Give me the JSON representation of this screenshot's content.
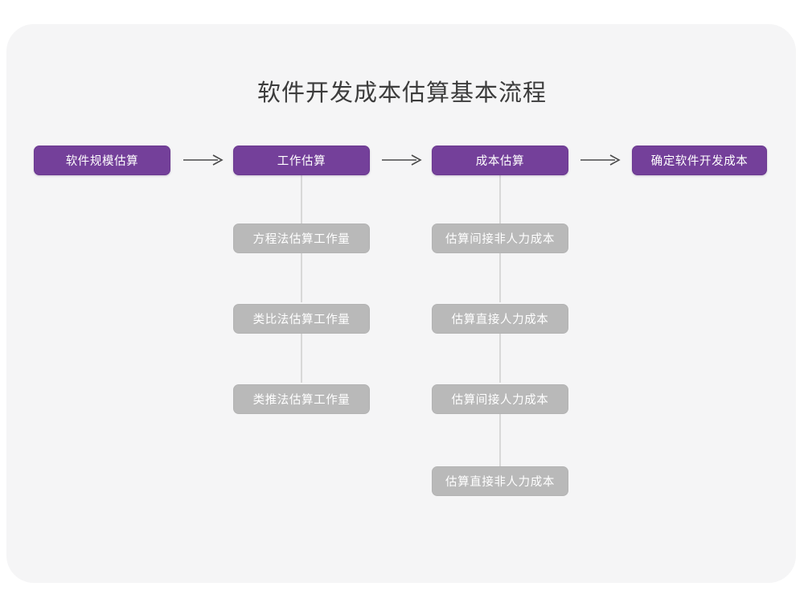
{
  "diagram": {
    "title": "软件开发成本估算基本流程",
    "colors": {
      "canvas_background": "#ffffff",
      "card_background": "#f5f5f6",
      "primary_node": "#74409a",
      "secondary_node": "#b9b9b9",
      "node_text": "#ffffff",
      "title_text": "#3c3c3c",
      "connector_line": "#d8d8d8",
      "arrow": "#4a4a4a"
    },
    "main_flow": [
      {
        "label": "软件规模估算",
        "kind": "primary"
      },
      {
        "label": "工作估算",
        "kind": "primary"
      },
      {
        "label": "成本估算",
        "kind": "primary"
      },
      {
        "label": "确定软件开发成本",
        "kind": "primary"
      }
    ],
    "arrows": [
      {
        "name": "arrow-1",
        "glyph": "right-arrow-icon"
      },
      {
        "name": "arrow-2",
        "glyph": "right-arrow-icon"
      },
      {
        "name": "arrow-3",
        "glyph": "right-arrow-icon"
      }
    ],
    "branches": [
      {
        "parent": "工作估算",
        "children": [
          "方程法估算工作量",
          "类比法估算工作量",
          "类推法估算工作量"
        ]
      },
      {
        "parent": "成本估算",
        "children": [
          "估算间接非人力成本",
          "估算直接人力成本",
          "估算间接人力成本",
          "估算直接非人力成本"
        ]
      }
    ]
  }
}
